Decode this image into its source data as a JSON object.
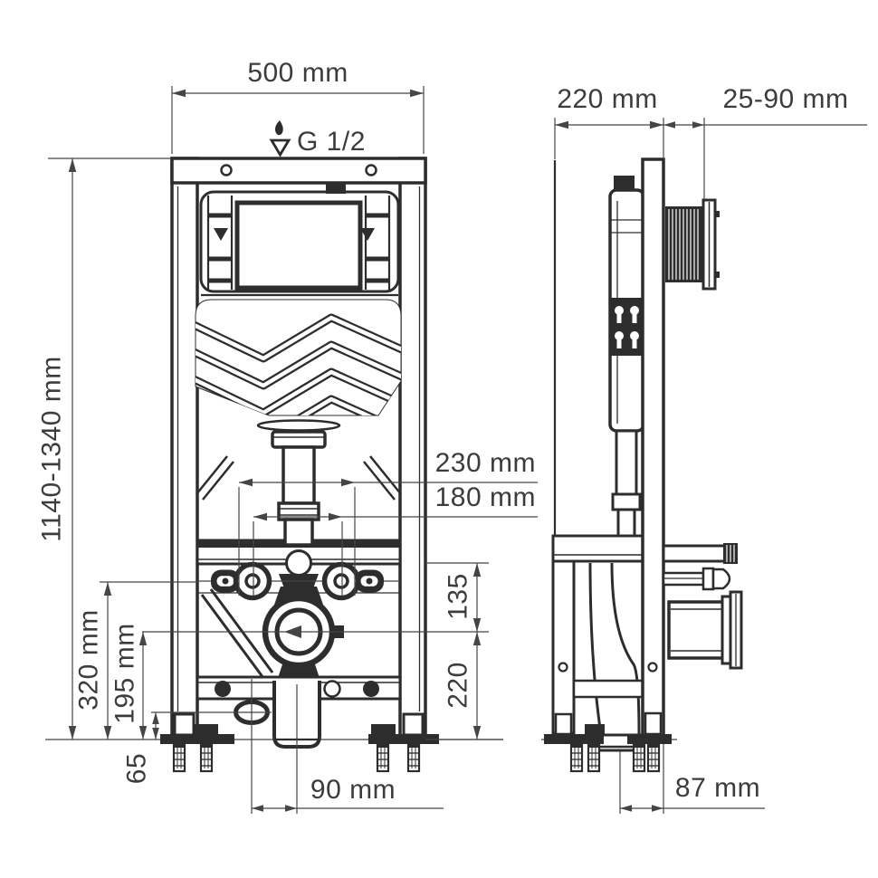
{
  "drawing": {
    "background": "#ffffff",
    "line_color": "#2d2d2d",
    "dim_line_color": "#454545",
    "text_color": "#3c3c3c",
    "views": [
      "front-view",
      "side-view"
    ],
    "icons": {
      "water_inlet": "water-drop-icon"
    }
  },
  "dims": {
    "width": "500 mm",
    "inlet_thread": "G 1/2",
    "height": "1140-1340 mm",
    "depth": "220 mm",
    "button_depth_range": "25-90 mm",
    "pan_bolts_wide": "230 mm",
    "pan_bolts_narrow": "180 mm",
    "bolts_to_drain": "135",
    "drain_height": "220",
    "bolts_height": "320 mm",
    "drain_axis_height": "195 mm",
    "slot_height": "65",
    "drain_offset": "90 mm",
    "drain_depth": "87 mm"
  }
}
